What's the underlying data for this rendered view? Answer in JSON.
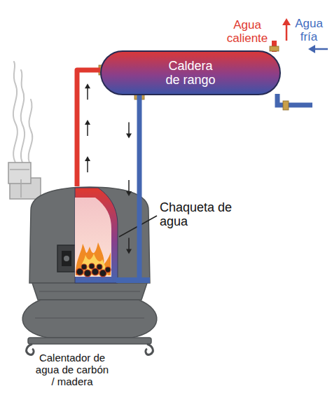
{
  "diagram": {
    "nodes": [
      {
        "text": [
          "Caldera de rango"
        ]
      },
      {
        "text": [
          "Calentador de agua de carbón / madera"
        ]
      }
    ],
    "edges": [
      {
        "from": 1,
        "to": 0,
        "arrow": "to"
      },
      {
        "from": 0,
        "to": 1,
        "arrow": "to"
      }
    ],
    "labels": [
      "Agua caliente",
      "Agua fría",
      "Chaqueta de agua"
    ]
  }
}
